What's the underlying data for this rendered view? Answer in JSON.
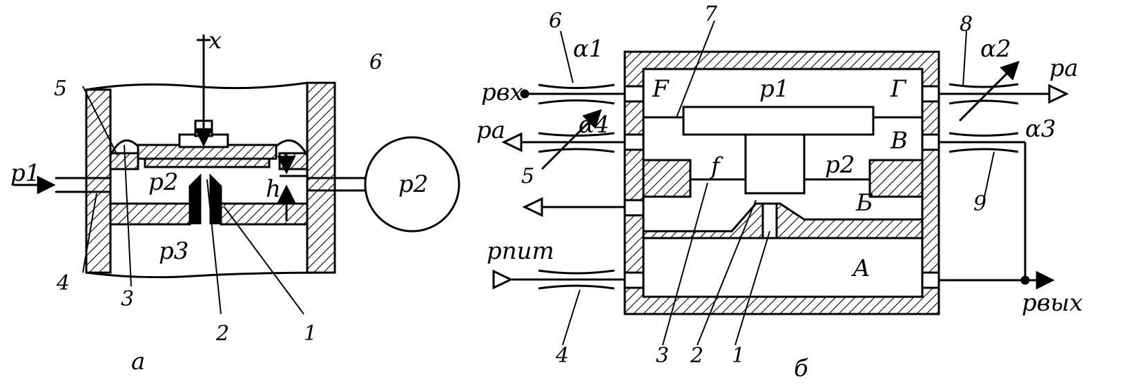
{
  "diagram_a": {
    "caption": "а",
    "labels": {
      "x_arrow": "x",
      "p1_inlet": "p1",
      "p2_chamber": "p2",
      "p3_chamber": "p3",
      "p2_tank": "p2",
      "gap": "h",
      "n1": "1",
      "n2": "2",
      "n3": "3",
      "n4": "4",
      "n5": "5",
      "n6": "6"
    }
  },
  "diagram_b": {
    "caption": "б",
    "labels": {
      "p_in": "pвх",
      "p_a_top": "pa",
      "p_a_left": "pa",
      "p_pit": "pпит",
      "p_out": "pвых",
      "p1": "p1",
      "p2": "p2",
      "F": "F",
      "f": "f",
      "G": "Г",
      "V": "В",
      "B": "Б",
      "A": "А",
      "alpha1": "α1",
      "alpha2": "α2",
      "alpha3": "α3",
      "alpha4": "α4",
      "n1": "1",
      "n2": "2",
      "n3": "3",
      "n4": "4",
      "n5": "5",
      "n6": "6",
      "n7": "7",
      "n8": "8",
      "n9": "9"
    }
  }
}
